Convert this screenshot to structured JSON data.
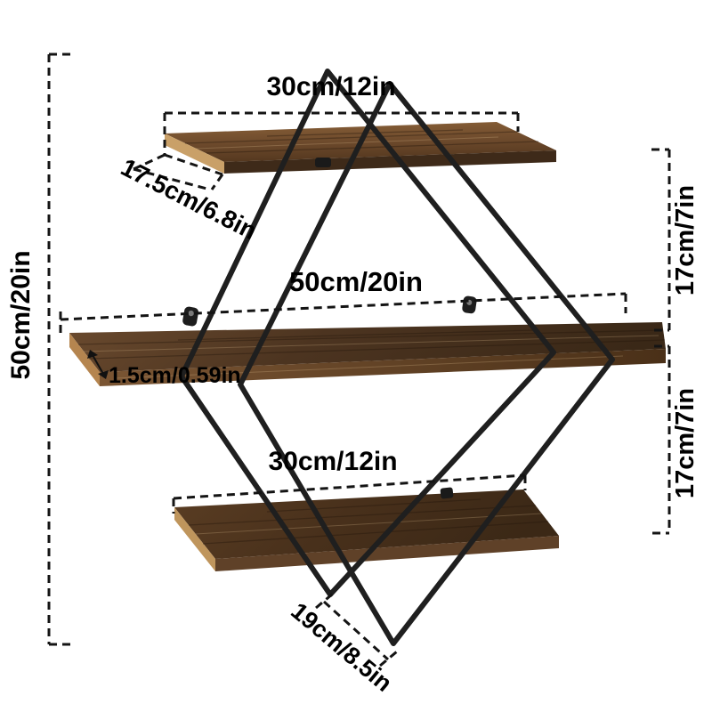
{
  "page": {
    "background": "#ffffff",
    "description": "Dimension diagram of a 3-tier diamond-shaped black metal wire wall shelf with rustic wooden boards"
  },
  "colors": {
    "wire": "#1f1f1f",
    "dimension_lines": "#141414",
    "label_text": "#000000",
    "wood_light": "#8a6138",
    "wood_medium": "#5f4127",
    "wood_dark": "#3a2817",
    "wood_end_grain": "#c9a068"
  },
  "dimensions": {
    "top_shelf_width": "30cm/12in",
    "top_shelf_depth": "17.5cm/6.8in",
    "middle_shelf_width": "50cm/20in",
    "board_thickness": "1.5cm/0.59in",
    "bottom_shelf_width": "30cm/12in",
    "bottom_vertex_spacing": "19cm/8.5in",
    "upper_tier_height": "17cm/7in",
    "lower_tier_height": "17cm/7in",
    "overall_height": "50cm/20in"
  }
}
